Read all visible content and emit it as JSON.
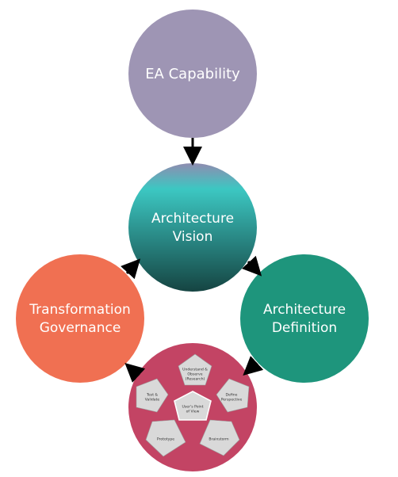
{
  "nodes": {
    "ea_capability": {
      "label": "EA Capability",
      "color": "#9e95b4"
    },
    "architecture_vision": {
      "line1": "Architecture",
      "line2": "Vision",
      "color_top": "#8f8cb0",
      "color_mid": "#3cc7c2",
      "color_bottom": "#154442"
    },
    "architecture_definition": {
      "line1": "Architecture",
      "line2": "Definition",
      "color": "#1e957c"
    },
    "transformation_governance": {
      "line1": "Transformation",
      "line2": "Governance",
      "color": "#f07052"
    },
    "design_thinking": {
      "color": "#c34464",
      "center": {
        "line1": "User's Point",
        "line2": "of View"
      },
      "petals": [
        {
          "line1": "Understand &",
          "line2": "Observe",
          "line3": "(Research)"
        },
        {
          "line1": "Define",
          "line2": "Perspective"
        },
        {
          "line1": "Brainstorm"
        },
        {
          "line1": "Prototype"
        },
        {
          "line1": "Test &",
          "line2": "Validate"
        }
      ]
    }
  },
  "colors": {
    "arrow": "#000000",
    "petal_fill": "#d9d9d9",
    "petal_stroke": "#9a9a9a"
  }
}
